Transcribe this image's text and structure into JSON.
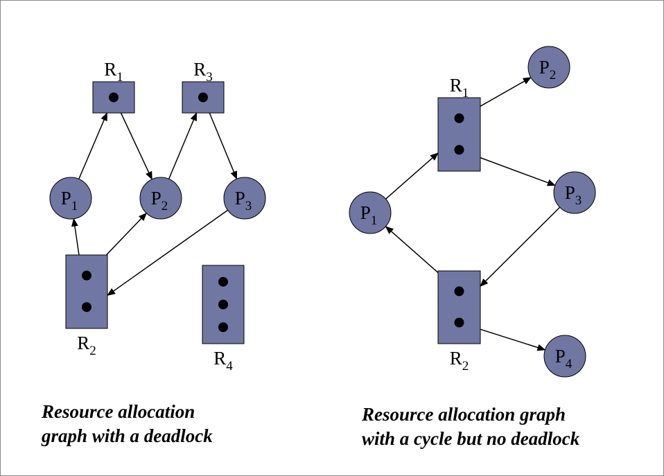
{
  "colors": {
    "fill": "#7077a3",
    "stroke": "#000000",
    "dot": "#000000",
    "arrow": "#000000",
    "frame": "#888888"
  },
  "diagrams": [
    {
      "id": "left",
      "caption_lines": [
        "Resource allocation",
        "graph with a deadlock"
      ],
      "nodes": [
        {
          "id": "R1",
          "kind": "resource",
          "letter": "R",
          "sub": "1",
          "instances": 1,
          "label_pos": "above"
        },
        {
          "id": "R3",
          "kind": "resource",
          "letter": "R",
          "sub": "3",
          "instances": 1,
          "label_pos": "above"
        },
        {
          "id": "P1",
          "kind": "process",
          "letter": "P",
          "sub": "1"
        },
        {
          "id": "P2",
          "kind": "process",
          "letter": "P",
          "sub": "2"
        },
        {
          "id": "P3",
          "kind": "process",
          "letter": "P",
          "sub": "3"
        },
        {
          "id": "R2",
          "kind": "resource",
          "letter": "R",
          "sub": "2",
          "instances": 2,
          "label_pos": "below"
        },
        {
          "id": "R4",
          "kind": "resource",
          "letter": "R",
          "sub": "4",
          "instances": 3,
          "label_pos": "below"
        }
      ],
      "edges": [
        {
          "from": "P1",
          "to": "R1",
          "type": "request"
        },
        {
          "from": "R1",
          "to": "P2",
          "type": "assignment"
        },
        {
          "from": "P2",
          "to": "R3",
          "type": "request"
        },
        {
          "from": "R3",
          "to": "P3",
          "type": "assignment"
        },
        {
          "from": "P3",
          "to": "R2",
          "type": "request"
        },
        {
          "from": "R2",
          "to": "P2",
          "type": "assignment"
        },
        {
          "from": "R2",
          "to": "P1",
          "type": "assignment"
        }
      ]
    },
    {
      "id": "right",
      "caption_lines": [
        "Resource allocation graph",
        "with a cycle but no deadlock"
      ],
      "nodes": [
        {
          "id": "R1",
          "kind": "resource",
          "letter": "R",
          "sub": "1",
          "instances": 2,
          "label_pos": "above"
        },
        {
          "id": "P2",
          "kind": "process",
          "letter": "P",
          "sub": "2"
        },
        {
          "id": "P1",
          "kind": "process",
          "letter": "P",
          "sub": "1"
        },
        {
          "id": "P3",
          "kind": "process",
          "letter": "P",
          "sub": "3"
        },
        {
          "id": "R2",
          "kind": "resource",
          "letter": "R",
          "sub": "2",
          "instances": 2,
          "label_pos": "below"
        },
        {
          "id": "P4",
          "kind": "process",
          "letter": "P",
          "sub": "4"
        }
      ],
      "edges": [
        {
          "from": "R1",
          "to": "P2",
          "type": "assignment"
        },
        {
          "from": "R1",
          "to": "P3",
          "type": "assignment"
        },
        {
          "from": "P1",
          "to": "R1",
          "type": "request"
        },
        {
          "from": "P3",
          "to": "R2",
          "type": "request"
        },
        {
          "from": "R2",
          "to": "P1",
          "type": "assignment"
        },
        {
          "from": "R2",
          "to": "P4",
          "type": "assignment"
        }
      ]
    }
  ]
}
